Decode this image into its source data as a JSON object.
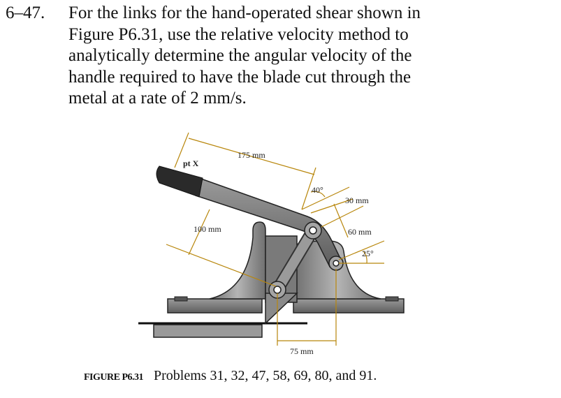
{
  "problem": {
    "number": "6–47.",
    "lines": [
      "For the links for the hand-operated shear shown in",
      "Figure P6.31, use the relative velocity method to",
      "analytically determine the angular velocity of the",
      "handle required to have the blade cut through the",
      "metal at a rate of 2 mm/s."
    ]
  },
  "figure": {
    "labels": {
      "point": "pt X",
      "handle_length": "175 mm",
      "handle_offset": "100 mm",
      "angle_top": "40°",
      "link_a": "30 mm",
      "link_b": "60 mm",
      "angle_link": "25°",
      "horizontal": "75 mm"
    },
    "colors": {
      "dimension_line": "#b8860b",
      "part_fill": "#8a8a8a",
      "part_dark": "#3a3a3a",
      "grip": "#2a2a2a"
    }
  },
  "caption": {
    "label": "FIGURE P6.31",
    "text": "Problems 31, 32, 47, 58, 69, 80, and 91."
  }
}
